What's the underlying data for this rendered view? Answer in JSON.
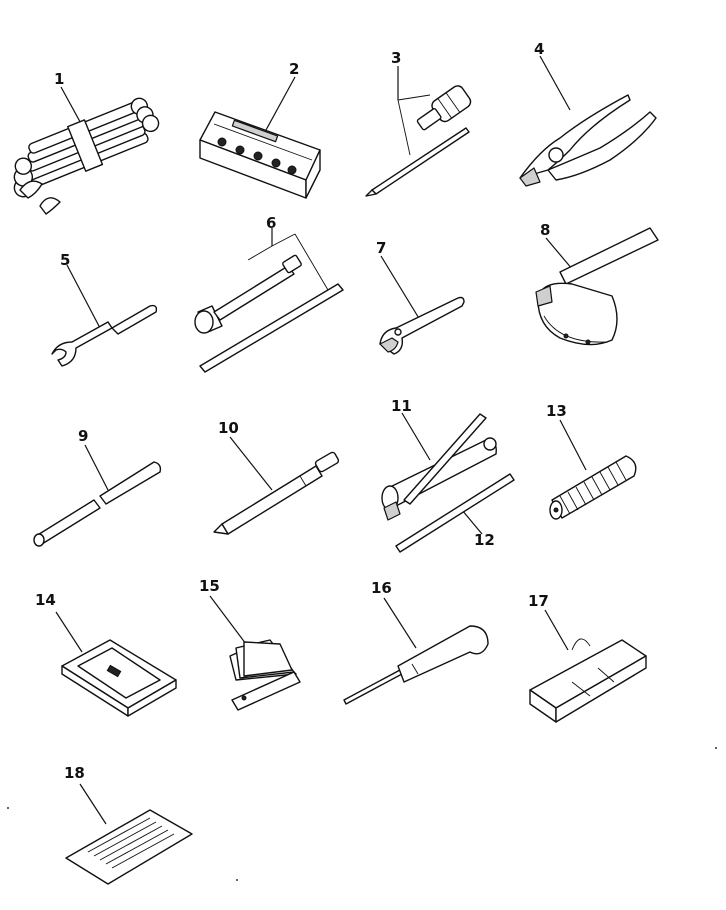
{
  "parts": [
    {
      "id": "1",
      "icon": "wrench-set-icon"
    },
    {
      "id": "2",
      "icon": "socket-case-icon"
    },
    {
      "id": "3",
      "icon": "screwdriver-set-icon"
    },
    {
      "id": "4",
      "icon": "pliers-icon"
    },
    {
      "id": "5",
      "icon": "open-end-wrench-icon"
    },
    {
      "id": "6",
      "icon": "socket-extension-icon"
    },
    {
      "id": "7",
      "icon": "adjustable-wrench-icon"
    },
    {
      "id": "8",
      "icon": "filter-wrench-icon"
    },
    {
      "id": "9",
      "icon": "bar-icon"
    },
    {
      "id": "10",
      "icon": "punch-icon"
    },
    {
      "id": "11",
      "icon": "grease-gun-icon"
    },
    {
      "id": "12",
      "icon": "grease-gun-nozzle-icon"
    },
    {
      "id": "13",
      "icon": "hose-icon"
    },
    {
      "id": "14",
      "icon": "case-icon"
    },
    {
      "id": "15",
      "icon": "feeler-gauge-icon"
    },
    {
      "id": "16",
      "icon": "screwdriver-icon"
    },
    {
      "id": "17",
      "icon": "tool-bag-icon"
    },
    {
      "id": "18",
      "icon": "manual-icon"
    }
  ]
}
